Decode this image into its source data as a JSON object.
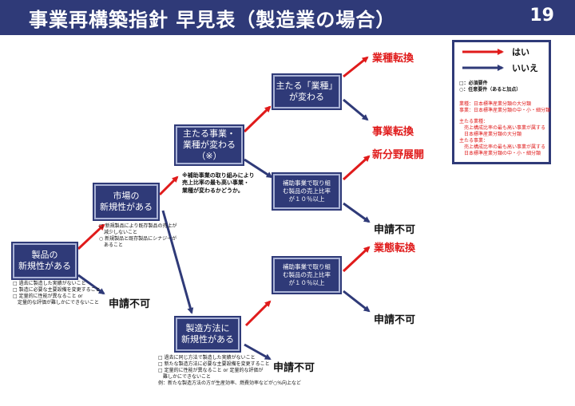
{
  "header": {
    "title": "事業再構築指針 早見表（製造業の場合）",
    "page": "19"
  },
  "nodes": {
    "product": "製品の\n新規性がある",
    "market": "市場の\n新規性がある",
    "business_change": "主たる事業・\n業種が変わる\n（※）",
    "industry_main": "主たる「業種」\nが変わる",
    "ratio_upper": "補助事業で取り組\nむ製品の売上比率\nが１０％以上",
    "ratio_lower": "補助事業で取り組\nむ製品の売上比率\nが１０％以上",
    "method": "製造方法に\n新規性がある"
  },
  "outcomes": {
    "industry_change": "業種転換",
    "business_change": "事業転換",
    "new_field": "新分野展開",
    "not_applicable_1": "申請不可",
    "format_change": "業態転換",
    "not_applicable_2": "申請不可",
    "not_applicable_3": "申請不可",
    "not_applicable_4": "申請不可"
  },
  "notes": {
    "business_change": "※補助事業の取り組みにより\n売上比率の最も高い事業・\n業種が変わるかどうか。",
    "market": "□ 新規製品により既存製品の売上が\n　減少しないこと\n○ 新規製品と既存製品にシナジーが\n　あること",
    "product": "□ 過去に製造した実績がないこと\n□ 製造に必要な主要設備を変更すること\n□ 定量的に性能が異なること or\n　定量的な評価が難しかにできないこと",
    "method": "□ 過去に同じ方法で製造した実績がないこと\n□ 新たな製造方法に必要な主要設備を変更すること\n□ 定量的に性能が異なること or 定量的な評価が\n　難しかにできないこと\n例：新たな製造方法の方が生産効率、燃費効率などが○%向上など"
  },
  "legend": {
    "yes": "はい",
    "no": "いいえ",
    "required": "□：必須要件\n○：任意要件（あると加点）",
    "definitions": [
      {
        "text": "業種：日本標準産業分類の大分類",
        "color": "#e01b1b"
      },
      {
        "text": "事業：日本標準産業分類の中・小・細分類",
        "color": "#e01b1b"
      },
      {
        "text": "主たる業種：\n　売上構成比率の最も高い事業が属する\n　日本標準産業分類の大分類",
        "color": "#e01b1b"
      },
      {
        "text": "主たる事業：\n　売上構成比率の最も高い事業が属する\n　日本標準産業分類の中・小・細分類",
        "color": "#e01b1b"
      }
    ]
  },
  "colors": {
    "navy": "#2f3a78",
    "red": "#e01b1b"
  }
}
